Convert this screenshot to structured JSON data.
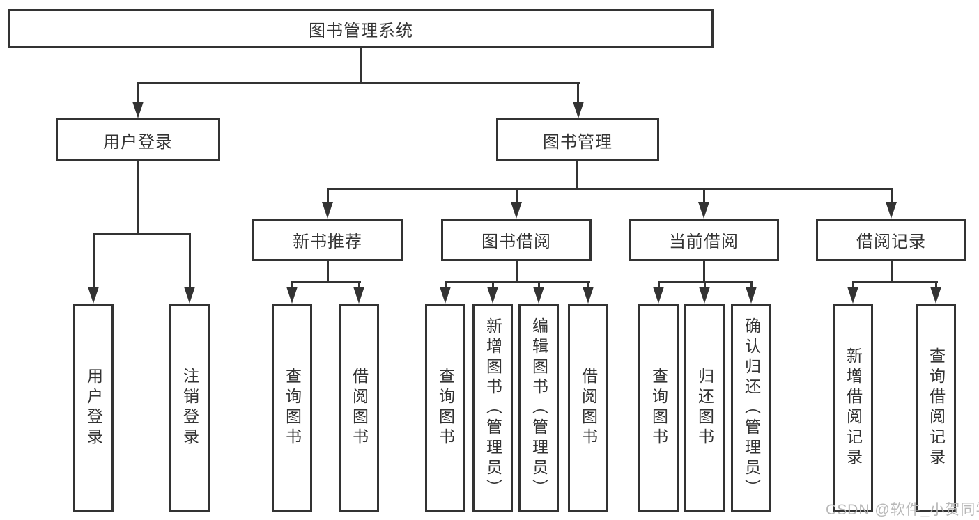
{
  "diagram": {
    "root": {
      "label": "图书管理系统"
    },
    "level2": [
      {
        "label": "用户登录"
      },
      {
        "label": "图书管理"
      }
    ],
    "level3": [
      {
        "label": "新书推荐"
      },
      {
        "label": "图书借阅"
      },
      {
        "label": "当前借阅"
      },
      {
        "label": "借阅记录"
      }
    ],
    "leaves": {
      "user_login": [
        {
          "label": "用户登录"
        },
        {
          "label": "注销登录"
        }
      ],
      "new_books": [
        {
          "label": "查询图书"
        },
        {
          "label": "借阅图书"
        }
      ],
      "book_borrow": [
        {
          "label": "查询图书"
        },
        {
          "label": "新增图书（管理员）"
        },
        {
          "label": "编辑图书（管理员）"
        },
        {
          "label": "借阅图书"
        }
      ],
      "current_borrow": [
        {
          "label": "查询图书"
        },
        {
          "label": "归还图书"
        },
        {
          "label": "确认归还（管理员）"
        }
      ],
      "borrow_records": [
        {
          "label": "新增借阅记录"
        },
        {
          "label": "查询借阅记录"
        }
      ]
    }
  },
  "watermark": {
    "text": "CSDN @软件_小贺同学"
  },
  "colors": {
    "line": "#333333",
    "text": "#333333",
    "background": "#ffffff",
    "watermark": "#b8b8b8"
  }
}
